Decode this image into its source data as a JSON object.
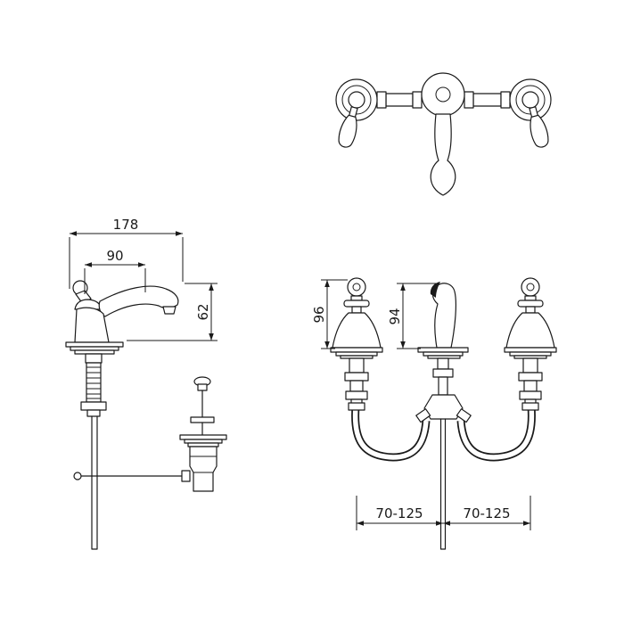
{
  "drawing": {
    "background": "#ffffff",
    "line_color": "#1a1a1a",
    "side_view": {
      "overall_depth": "178",
      "spout_reach": "90",
      "spout_height": "62"
    },
    "front_view": {
      "handle_height": "96",
      "spout_height": "94",
      "hole_centres_left": "70-125",
      "hole_centres_right": "70-125"
    }
  }
}
